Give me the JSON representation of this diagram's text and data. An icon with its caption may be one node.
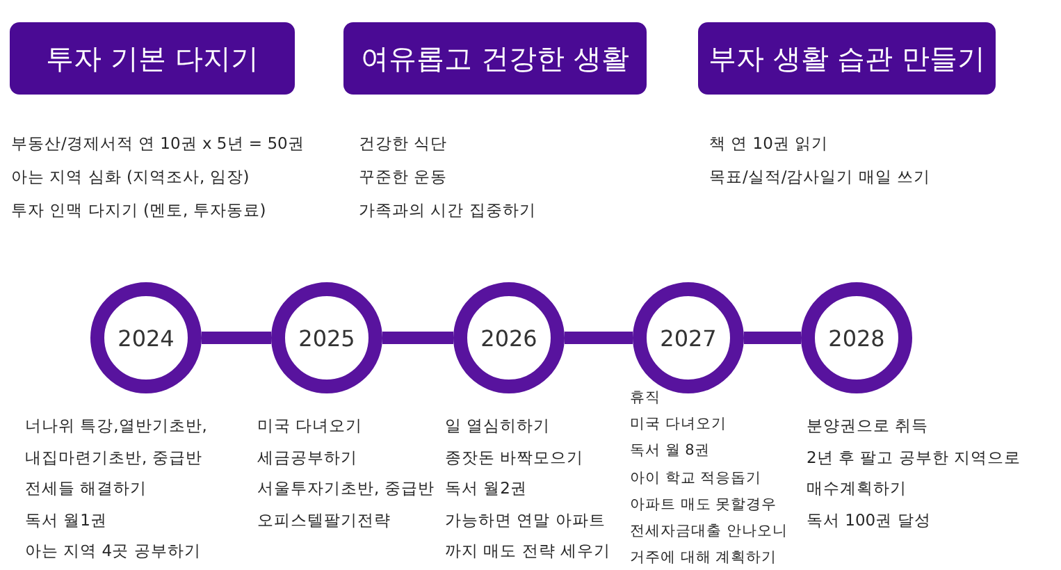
{
  "diagram": {
    "nodes": [
      {
        "text": [
          "투자 기본 다지기"
        ],
        "beside": [
          "부동산/경제서적 연 10권 x 5년 = 50권",
          "아는 지역 심화 (지역조사, 임장)",
          "투자 인맥 다지기 (멘토, 투자동료)"
        ]
      },
      {
        "text": [
          "여유롭고 건강한 생활"
        ],
        "beside": [
          "건강한 식단",
          "꾸준한 운동",
          "가족과의 시간 집중하기"
        ]
      },
      {
        "text": [
          "부자 생활 습관 만들기"
        ],
        "beside": [
          "책 연 10권 읽기",
          "목표/실적/감사일기 매일 쓰기"
        ]
      },
      {
        "text": [
          "2024"
        ],
        "beside": [
          "너나위 특강,열반기초반, 내집마련기초반, 중급반",
          "전세들 해결하기",
          "독서 월1권",
          "아는 지역 4곳 공부하기"
        ]
      },
      {
        "text": [
          "2025"
        ],
        "beside": [
          "미국 다녀오기",
          "세금공부하기",
          "서울투자기초반, 중급반",
          "오피스텔팔기전략"
        ]
      },
      {
        "text": [
          "2026"
        ],
        "beside": [
          "일 열심히하기",
          "종잣돈 바짝모으기",
          "독서 월2권",
          "가능하면 연말 아파트 까지 매도 전략 세우기"
        ]
      },
      {
        "text": [
          "2027"
        ],
        "beside": [
          "휴직",
          "미국 다녀오기",
          "독서 월 8권",
          "아이 학교 적응돕기",
          "아파트 매도 못할경우 전세자금대출 안나오니 거주에 대해 계획하기"
        ]
      },
      {
        "text": [
          "2028"
        ],
        "beside": [
          "분양권으로 취득",
          "2년 후 팔고 공부한 지역으로 매수계획하기",
          "독서 100권 달성"
        ]
      }
    ],
    "edges": [
      {
        "from": 3,
        "to": 4,
        "arrow": "none"
      },
      {
        "from": 4,
        "to": 5,
        "arrow": "none"
      },
      {
        "from": 5,
        "to": 6,
        "arrow": "none"
      },
      {
        "from": 6,
        "to": 7,
        "arrow": "none"
      }
    ]
  }
}
